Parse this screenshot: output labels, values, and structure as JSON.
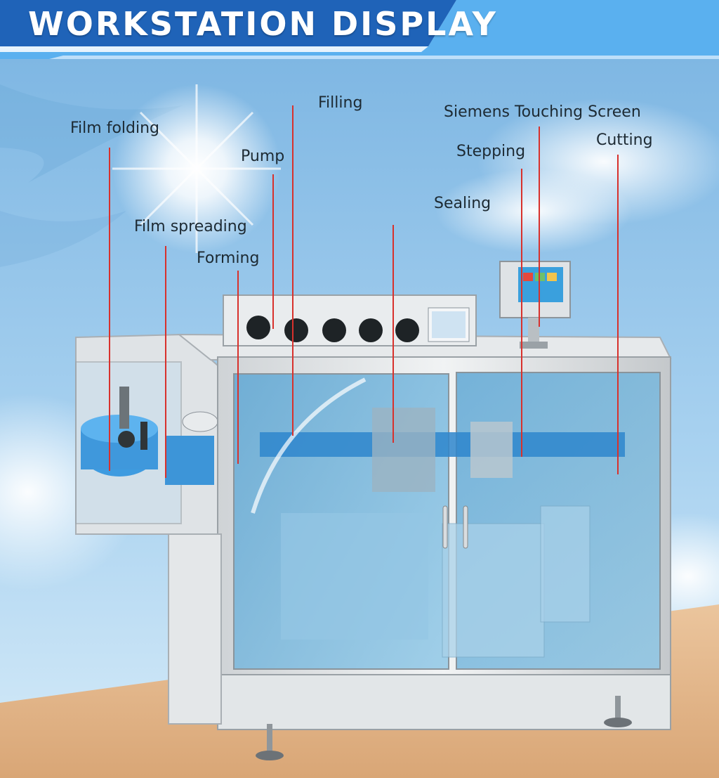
{
  "header": {
    "title": "WORKSTATION DISPLAY"
  },
  "callouts": [
    {
      "id": "film-folding",
      "label": "Film folding"
    },
    {
      "id": "film-spreading",
      "label": "Film spreading"
    },
    {
      "id": "forming",
      "label": "Forming"
    },
    {
      "id": "pump",
      "label": "Pump"
    },
    {
      "id": "filling",
      "label": "Filling"
    },
    {
      "id": "sealing",
      "label": "Sealing"
    },
    {
      "id": "stepping",
      "label": "Stepping"
    },
    {
      "id": "siemens-touching-screen",
      "label": "Siemens Touching Screen"
    },
    {
      "id": "cutting",
      "label": "Cutting"
    }
  ],
  "colors": {
    "banner_blue": "#1f63b8",
    "banner_light": "#5ab0ef",
    "leader_red": "#d8312c",
    "sky_top": "#8fc4ea",
    "sky_bottom": "#cfe6f6",
    "floor": "#e0b386",
    "glass": "#6fb1d8"
  }
}
